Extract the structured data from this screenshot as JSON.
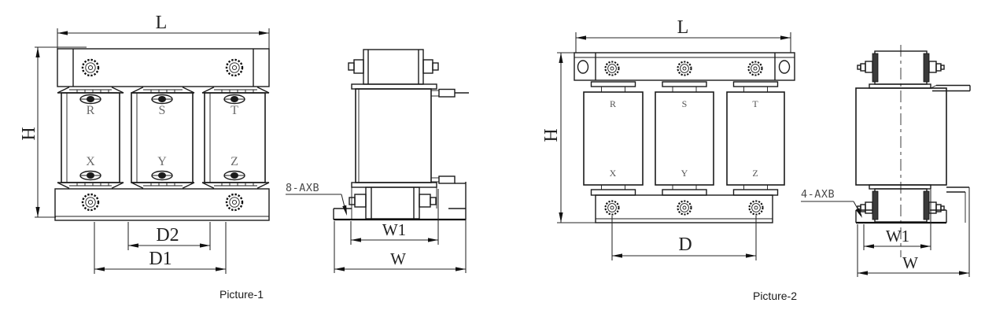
{
  "figure1": {
    "caption": "Picture-1",
    "front_view": {
      "dim_length": "L",
      "dim_height": "H",
      "dim_span_inner": "D2",
      "dim_span_outer": "D1",
      "terminals_top": [
        "R",
        "S",
        "T"
      ],
      "terminals_bottom": [
        "X",
        "Y",
        "Z"
      ]
    },
    "side_view": {
      "mounting_note": "8-AXB",
      "dim_width_inner": "W1",
      "dim_width_outer": "W"
    }
  },
  "figure2": {
    "caption": "Picture-2",
    "front_view": {
      "dim_length": "L",
      "dim_height": "H",
      "dim_span": "D",
      "terminals_top": [
        "R",
        "S",
        "T"
      ],
      "terminals_bottom": [
        "X",
        "Y",
        "Z"
      ]
    },
    "side_view": {
      "mounting_note": "4-AXB",
      "dim_width_inner": "W1",
      "dim_width_outer": "W"
    }
  },
  "colors": {
    "line": "#1b1b1b",
    "label_gray": "#6a6a6a",
    "background": "#ffffff"
  }
}
